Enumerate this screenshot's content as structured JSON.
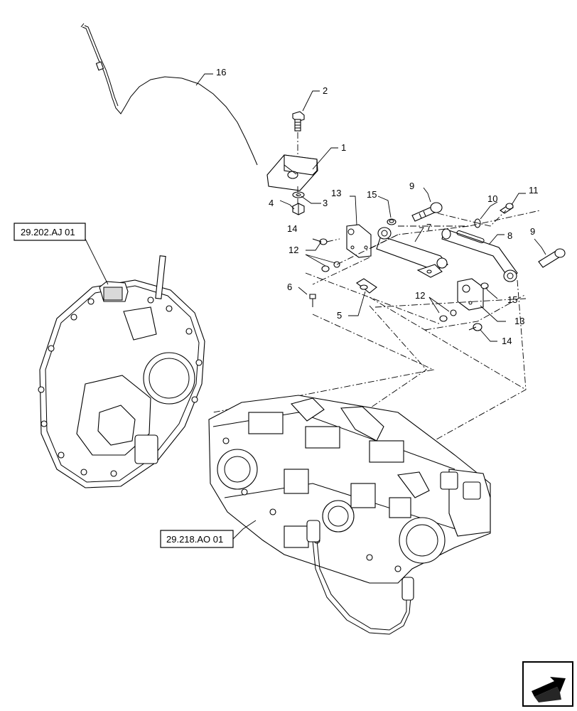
{
  "references": {
    "upper": "29.202.AJ 01",
    "lower": "29.218.AO 01"
  },
  "callouts": {
    "c1": "1",
    "c2": "2",
    "c3": "3",
    "c4": "4",
    "c5": "5",
    "c6": "6",
    "c7": "7",
    "c8": "8",
    "c9a": "9",
    "c9b": "9",
    "c10": "10",
    "c11": "11",
    "c12a": "12",
    "c12b": "12",
    "c13a": "13",
    "c13b": "13",
    "c14a": "14",
    "c14b": "14",
    "c15a": "15",
    "c15b": "15",
    "c16": "16"
  },
  "icons": {
    "corner": "next-page-arrow-icon"
  }
}
